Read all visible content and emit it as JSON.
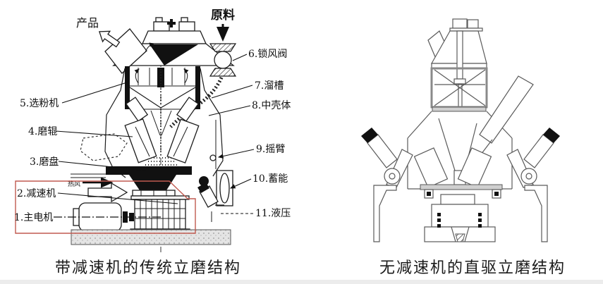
{
  "figure": {
    "background_color": "#ffffff",
    "annotation_color": "#c05a50"
  },
  "left_diagram": {
    "caption": "带减速机的传统立磨结构",
    "flow_labels": {
      "product": "产品",
      "raw_material": "原料",
      "hot_air": "热风"
    },
    "parts": [
      {
        "label": "1.主电机"
      },
      {
        "label": "2.减速机"
      },
      {
        "label": "3.磨盘"
      },
      {
        "label": "4.磨辊"
      },
      {
        "label": "5.选粉机"
      },
      {
        "label": "6.锁风阀"
      },
      {
        "label": "7.溜槽"
      },
      {
        "label": "8.中壳体"
      },
      {
        "label": "9.摇臂"
      },
      {
        "label": "10.蓄能"
      },
      {
        "label": "11.液压"
      }
    ]
  },
  "right_diagram": {
    "caption": "无减速机的直驱立磨结构"
  }
}
